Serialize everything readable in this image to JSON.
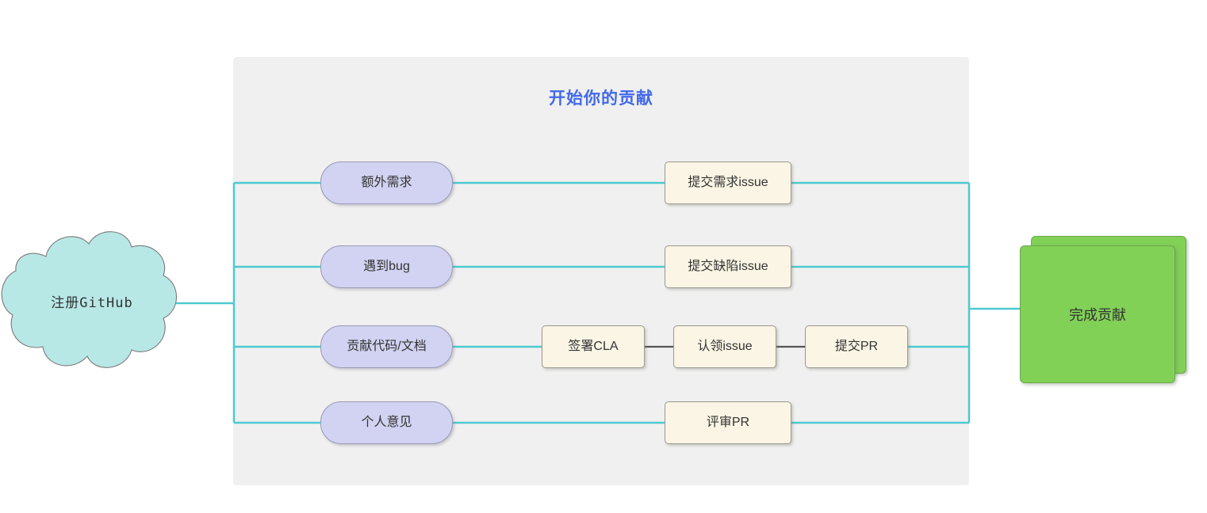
{
  "diagram": {
    "title": "开始你的贡献",
    "title_color": "#4169e8",
    "panel_color": "#f0f0f0",
    "connector_color": "#4dc9d0",
    "chain_connector_color": "#555555",
    "start": {
      "label": "注册GitHub",
      "shape": "cloud",
      "fill": "#b8e8e6"
    },
    "end": {
      "label": "完成贡献",
      "shape": "stacked-rect",
      "fill": "#82d157"
    },
    "branches": [
      {
        "trigger": {
          "label": "额外需求",
          "shape": "pill",
          "fill": "#d2d2f2"
        },
        "steps": [
          {
            "label": "提交需求issue",
            "shape": "rect",
            "fill": "#faf5e4"
          }
        ]
      },
      {
        "trigger": {
          "label": "遇到bug",
          "shape": "pill",
          "fill": "#d2d2f2"
        },
        "steps": [
          {
            "label": "提交缺陷issue",
            "shape": "rect",
            "fill": "#faf5e4"
          }
        ]
      },
      {
        "trigger": {
          "label": "贡献代码/文档",
          "shape": "pill",
          "fill": "#d2d2f2"
        },
        "steps": [
          {
            "label": "签署CLA",
            "shape": "rect",
            "fill": "#faf5e4"
          },
          {
            "label": "认领issue",
            "shape": "rect",
            "fill": "#faf5e4"
          },
          {
            "label": "提交PR",
            "shape": "rect",
            "fill": "#faf5e4"
          }
        ]
      },
      {
        "trigger": {
          "label": "个人意见",
          "shape": "pill",
          "fill": "#d2d2f2"
        },
        "steps": [
          {
            "label": "评审PR",
            "shape": "rect",
            "fill": "#faf5e4"
          }
        ]
      }
    ]
  }
}
